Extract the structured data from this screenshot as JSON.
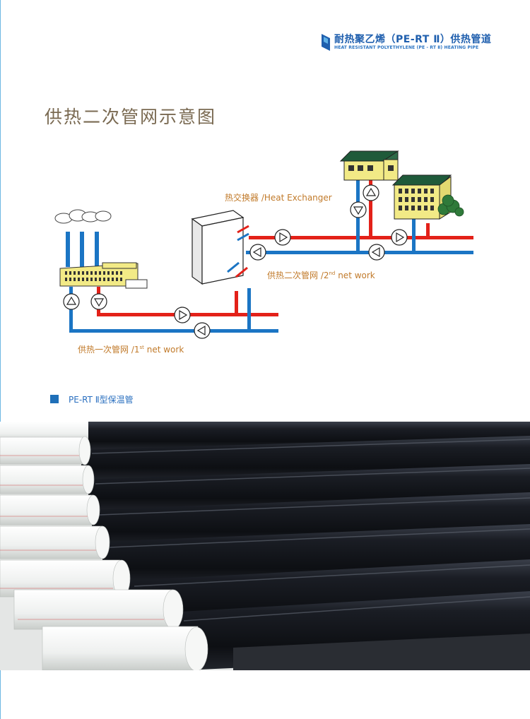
{
  "brand": {
    "title": "耐热聚乙烯（PE-RT Ⅱ）供热管道",
    "subtitle": "HEAT RESISTANT POLYETHYLENE (PE - RT Ⅱ) HEATING PIPE",
    "accent_color": "#1f5fae"
  },
  "page_title": "供热二次管网示意图",
  "diagram": {
    "heat_exchanger_label": "热交换器 /Heat Exchanger",
    "secondary_net_prefix": "供热二次管网 /2",
    "secondary_net_sup": "nd",
    "secondary_net_suffix": " net work",
    "primary_net_prefix": "供热一次管网 /1",
    "primary_net_sup": "st",
    "primary_net_suffix": " net work",
    "supply_color": "#e32119",
    "return_color": "#1b75c4",
    "icons": [
      "factory-icon",
      "smoke-cloud-icon",
      "heat-exchanger-icon",
      "house-icon",
      "apartment-building-icon",
      "pump-icon",
      "tree-icon"
    ]
  },
  "section": {
    "label": "PE-RT Ⅱ型保温管",
    "square_color": "#1f6fb8"
  },
  "photo": {
    "icon": "insulated-pipe-stack-photo"
  }
}
